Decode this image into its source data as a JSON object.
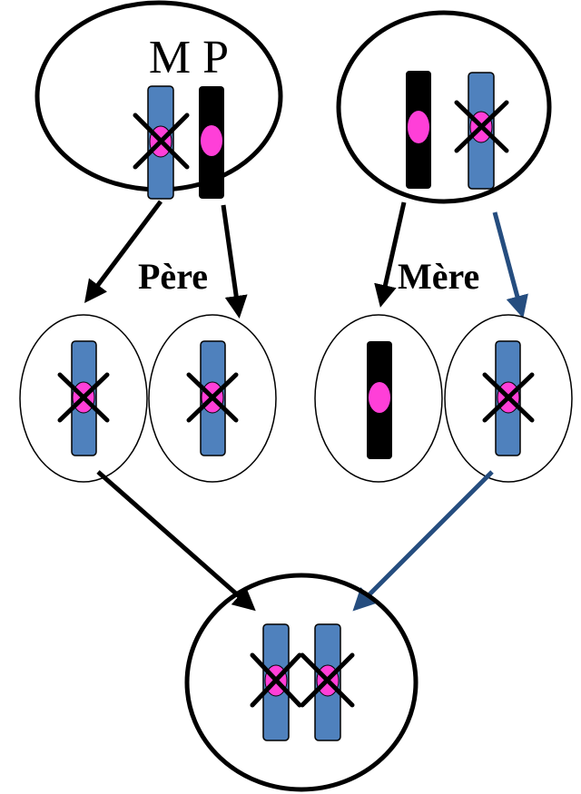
{
  "labels": {
    "mp": "M P",
    "pere": "Père",
    "mere": "Mère"
  },
  "colors": {
    "background": "#ffffff",
    "outline": "#000000",
    "chromosome_normal": "#000000",
    "chromosome_mutant": "#4f81bd",
    "centromere": "#ff3fd8",
    "arrow_black": "#000000",
    "arrow_blue": "#254d7f"
  },
  "icons": {
    "mutation_mark": "x-cross-icon"
  }
}
